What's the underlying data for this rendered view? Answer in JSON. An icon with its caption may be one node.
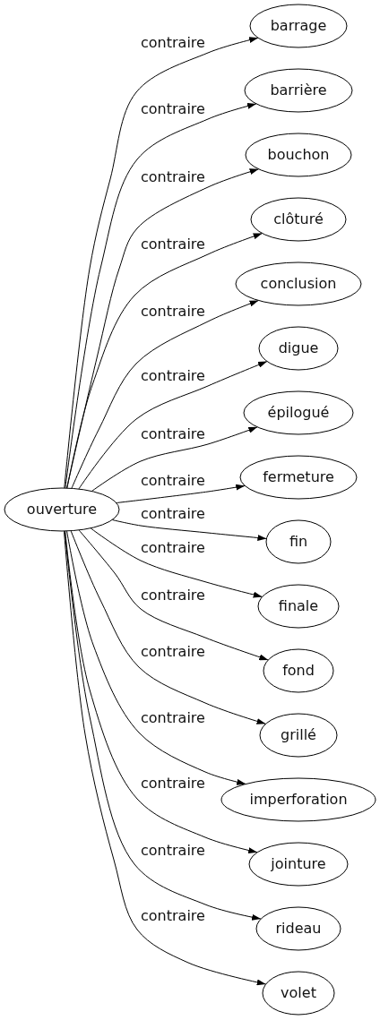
{
  "diagram": {
    "nodes": [
      {
        "text": [
          "ouverture"
        ]
      },
      {
        "text": [
          "barrage"
        ]
      },
      {
        "text": [
          "barrière"
        ]
      },
      {
        "text": [
          "bouchon"
        ]
      },
      {
        "text": [
          "clôturé"
        ]
      },
      {
        "text": [
          "conclusion"
        ]
      },
      {
        "text": [
          "digue"
        ]
      },
      {
        "text": [
          "épilogué"
        ]
      },
      {
        "text": [
          "fermeture"
        ]
      },
      {
        "text": [
          "fin"
        ]
      },
      {
        "text": [
          "finale"
        ]
      },
      {
        "text": [
          "fond"
        ]
      },
      {
        "text": [
          "grillé"
        ]
      },
      {
        "text": [
          "imperforation"
        ]
      },
      {
        "text": [
          "jointure"
        ]
      },
      {
        "text": [
          "rideau"
        ]
      },
      {
        "text": [
          "volet"
        ]
      }
    ],
    "edges": [
      {
        "from": 0,
        "to": 1,
        "arrow": "to",
        "label": "contraire"
      },
      {
        "from": 0,
        "to": 2,
        "arrow": "to",
        "label": "contraire"
      },
      {
        "from": 0,
        "to": 3,
        "arrow": "to",
        "label": "contraire"
      },
      {
        "from": 0,
        "to": 4,
        "arrow": "to",
        "label": "contraire"
      },
      {
        "from": 0,
        "to": 5,
        "arrow": "to",
        "label": "contraire"
      },
      {
        "from": 0,
        "to": 6,
        "arrow": "to",
        "label": "contraire"
      },
      {
        "from": 0,
        "to": 7,
        "arrow": "to",
        "label": "contraire"
      },
      {
        "from": 0,
        "to": 8,
        "arrow": "to",
        "label": "contraire"
      },
      {
        "from": 0,
        "to": 9,
        "arrow": "to",
        "label": "contraire"
      },
      {
        "from": 0,
        "to": 10,
        "arrow": "to",
        "label": "contraire"
      },
      {
        "from": 0,
        "to": 11,
        "arrow": "to",
        "label": "contraire"
      },
      {
        "from": 0,
        "to": 12,
        "arrow": "to",
        "label": "contraire"
      },
      {
        "from": 0,
        "to": 13,
        "arrow": "to",
        "label": "contraire"
      },
      {
        "from": 0,
        "to": 14,
        "arrow": "to",
        "label": "contraire"
      },
      {
        "from": 0,
        "to": 15,
        "arrow": "to",
        "label": "contraire"
      },
      {
        "from": 0,
        "to": 16,
        "arrow": "to",
        "label": "contraire"
      }
    ]
  }
}
